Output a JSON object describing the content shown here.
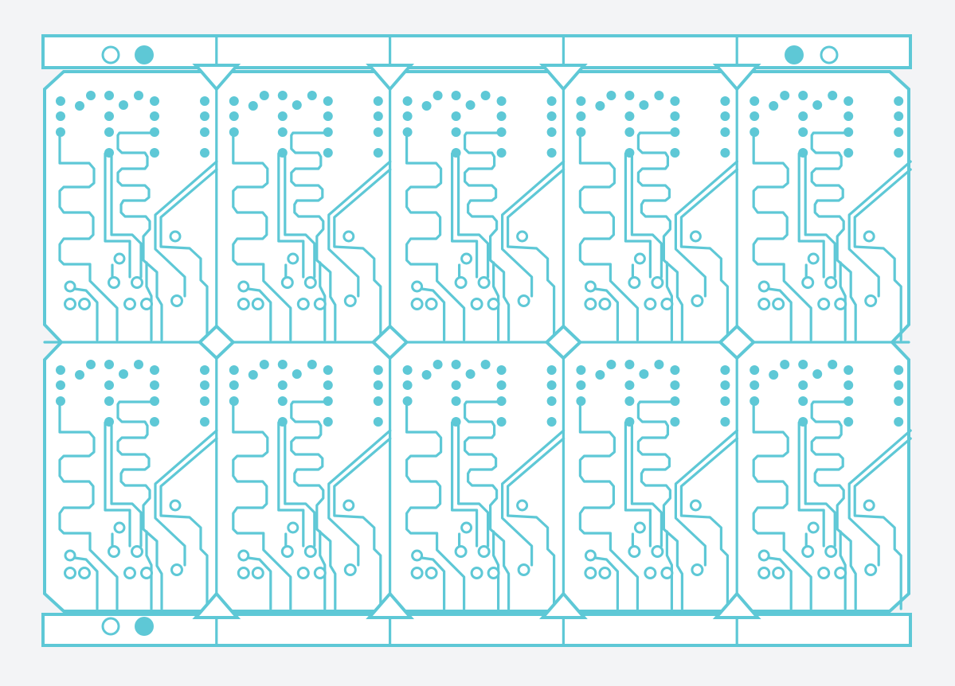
{
  "diagram": {
    "type": "pcb-panel",
    "rows": 2,
    "columns": 5,
    "colors": {
      "trace": "#5ec8d6",
      "board": "#ffffff",
      "background": "#f3f4f6"
    }
  }
}
